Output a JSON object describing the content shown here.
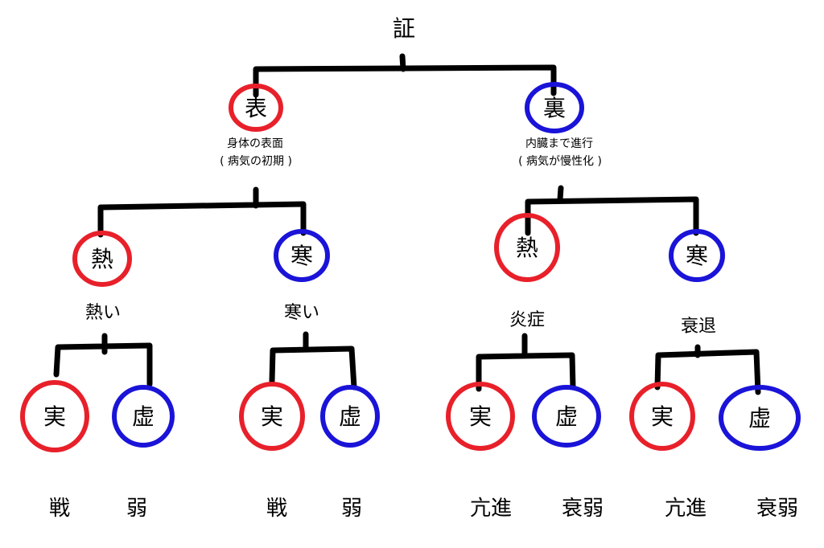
{
  "colors": {
    "red": "#e8202a",
    "blue": "#1a13d8",
    "line": "#000000"
  },
  "root": {
    "label": "証"
  },
  "omote": {
    "label": "表",
    "desc_line1": "身体の表面",
    "desc_line2": "( 病気の初期 )"
  },
  "ura": {
    "label": "裏",
    "desc_line1": "内臓まで進行",
    "desc_line2": "( 病気が慢性化 )"
  },
  "l2": [
    {
      "label": "熱",
      "color": "red",
      "sub": "熱い"
    },
    {
      "label": "寒",
      "color": "blue",
      "sub": "寒い"
    },
    {
      "label": "熱",
      "color": "red",
      "sub": "炎症"
    },
    {
      "label": "寒",
      "color": "blue",
      "sub": "衰退"
    }
  ],
  "l3": [
    {
      "label": "実",
      "color": "red",
      "bottom": "戦"
    },
    {
      "label": "虚",
      "color": "blue",
      "bottom": "弱"
    },
    {
      "label": "実",
      "color": "red",
      "bottom": "戦"
    },
    {
      "label": "虚",
      "color": "blue",
      "bottom": "弱"
    },
    {
      "label": "実",
      "color": "red",
      "bottom": "亢進"
    },
    {
      "label": "虚",
      "color": "blue",
      "bottom": "衰弱"
    },
    {
      "label": "実",
      "color": "red",
      "bottom": "亢進"
    },
    {
      "label": "虚",
      "color": "blue",
      "bottom": "衰弱"
    }
  ]
}
